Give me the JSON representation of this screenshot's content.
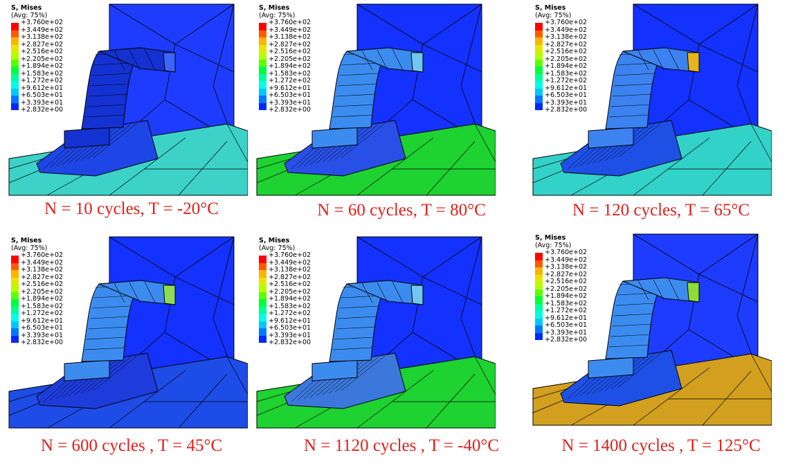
{
  "legend": {
    "title": "S, Mises",
    "subtitle": "(Avg: 75%)",
    "values": [
      "+3.760e+02",
      "+3.449e+02",
      "+3.138e+02",
      "+2.827e+02",
      "+2.516e+02",
      "+2.205e+02",
      "+1.894e+02",
      "+1.583e+02",
      "+1.272e+02",
      "+9.612e+01",
      "+6.503e+01",
      "+3.393e+01",
      "+2.832e+00"
    ],
    "colors": [
      "#ff0000",
      "#ff5a00",
      "#ffb400",
      "#e6e600",
      "#b4ff00",
      "#5aff00",
      "#00ff3c",
      "#00ff96",
      "#00ffe6",
      "#00c8ff",
      "#0078ff",
      "#0028ff",
      "#0000d8"
    ]
  },
  "panels": [
    {
      "caption": "N = 10 cycles, T = -20°C",
      "plate_color": "#1e3cff",
      "base_color": "#3cd2c8",
      "solder_color": "#1e46e6",
      "arm_color": "#1432d2",
      "tip_color": "#3c64ff"
    },
    {
      "caption": "N = 60 cycles, T = 80°C",
      "plate_color": "#1432ff",
      "base_color": "#1ed232",
      "solder_color": "#2850e6",
      "arm_color": "#3c8cf0",
      "tip_color": "#6ec8f0"
    },
    {
      "caption": "N = 120 cycles, T = 65°C",
      "plate_color": "#1432ff",
      "base_color": "#32d2c8",
      "solder_color": "#1e50e6",
      "arm_color": "#3c82f0",
      "tip_color": "#e6b41e"
    },
    {
      "caption": "N = 600 cycles , T = 45°C",
      "plate_color": "#1432ff",
      "base_color": "#1e4ce6",
      "solder_color": "#1e3cdc",
      "arm_color": "#3c8cf0",
      "tip_color": "#8cdc5a"
    },
    {
      "caption": "N = 1120 cycles , T = -40°C",
      "plate_color": "#1432ff",
      "base_color": "#1ed232",
      "solder_color": "#3c78dc",
      "arm_color": "#3c8cf0",
      "tip_color": "#6ec8f0"
    },
    {
      "caption": "N = 1400 cycles , T = 125°C",
      "plate_color": "#1e3cff",
      "base_color": "#d2a01e",
      "solder_color": "#1e50e6",
      "arm_color": "#3c8cf0",
      "tip_color": "#8cdc3c"
    }
  ]
}
